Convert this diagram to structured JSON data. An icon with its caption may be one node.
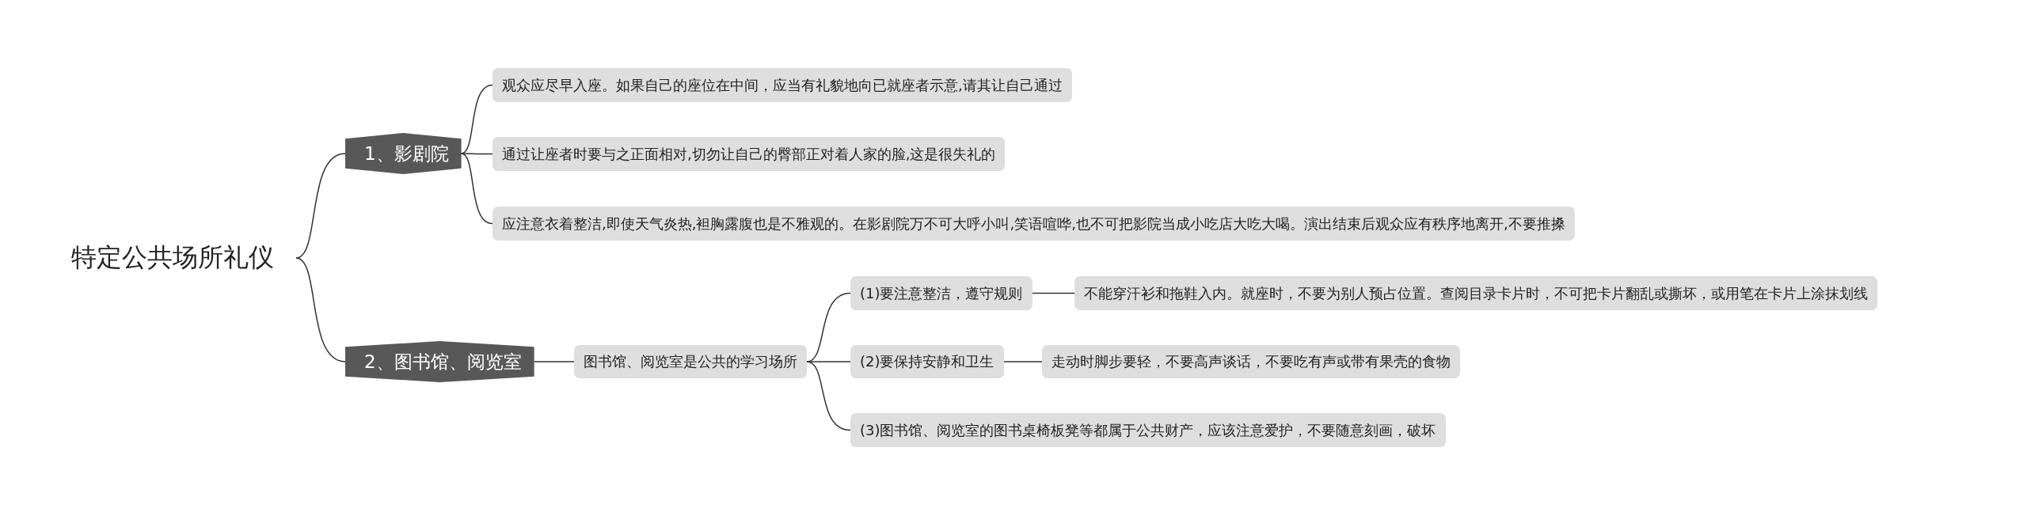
{
  "diagram": {
    "nodes": [
      {
        "text": [
          "特定公共场所礼仪"
        ]
      },
      {
        "text": [
          "1、影剧院"
        ]
      },
      {
        "text": [
          "观众应尽早入座。如果自己的座位在中间，应当有礼貌地向已就座者示意,请其让自己通过"
        ]
      },
      {
        "text": [
          "通过让座者时要与之正面相对,切勿让自己的臀部正对着人家的脸,这是很失礼的"
        ]
      },
      {
        "text": [
          "应注意衣着整洁,即使天气炎热,袒胸露腹也是不雅观的。在影剧院万不可大呼小叫,笑语喧哗,也不可把影院当成小吃店大吃大喝。演出结束后观众应有秩序地离开,不要推搡"
        ]
      },
      {
        "text": [
          "2、图书馆、阅览室"
        ]
      },
      {
        "text": [
          "图书馆、阅览室是公共的学习场所"
        ]
      },
      {
        "text": [
          "(1)要注意整洁，遵守规则"
        ]
      },
      {
        "text": [
          "不能穿汗衫和拖鞋入内。就座时，不要为别人预占位置。查阅目录卡片时，不可把卡片翻乱或撕坏，或用笔在卡片上涂抹划线"
        ]
      },
      {
        "text": [
          "(2)要保持安静和卫生"
        ]
      },
      {
        "text": [
          "走动时脚步要轻，不要高声谈话，不要吃有声或带有果壳的食物"
        ]
      },
      {
        "text": [
          "(3)图书馆、阅览室的图书桌椅板凳等都属于公共财产，应该注意爱护，不要随意刻画，破坏"
        ]
      }
    ],
    "edges": [
      {
        "from": 0,
        "to": 1,
        "arrow": "none"
      },
      {
        "from": 0,
        "to": 5,
        "arrow": "none"
      },
      {
        "from": 1,
        "to": 2,
        "arrow": "none"
      },
      {
        "from": 1,
        "to": 3,
        "arrow": "none"
      },
      {
        "from": 1,
        "to": 4,
        "arrow": "none"
      },
      {
        "from": 5,
        "to": 6,
        "arrow": "none"
      },
      {
        "from": 6,
        "to": 7,
        "arrow": "none"
      },
      {
        "from": 6,
        "to": 9,
        "arrow": "none"
      },
      {
        "from": 6,
        "to": 11,
        "arrow": "none"
      },
      {
        "from": 7,
        "to": 8,
        "arrow": "none"
      },
      {
        "from": 9,
        "to": 10,
        "arrow": "none"
      }
    ]
  }
}
